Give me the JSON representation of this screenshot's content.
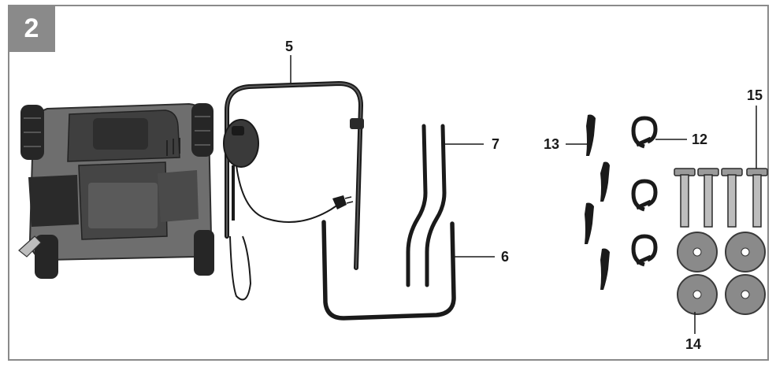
{
  "figure": {
    "number": "2"
  },
  "callouts": {
    "handle_upper": "5",
    "handle_lower": "6",
    "handle_middle": "7",
    "cable_clips": "12",
    "cable_hooks": "13",
    "knobs_washers": "14",
    "bolts": "15"
  },
  "colors": {
    "frame": "#8a8a8a",
    "ink": "#1a1a1a",
    "housing": "#6e6e6e",
    "housing_dark": "#3a3a3a"
  }
}
